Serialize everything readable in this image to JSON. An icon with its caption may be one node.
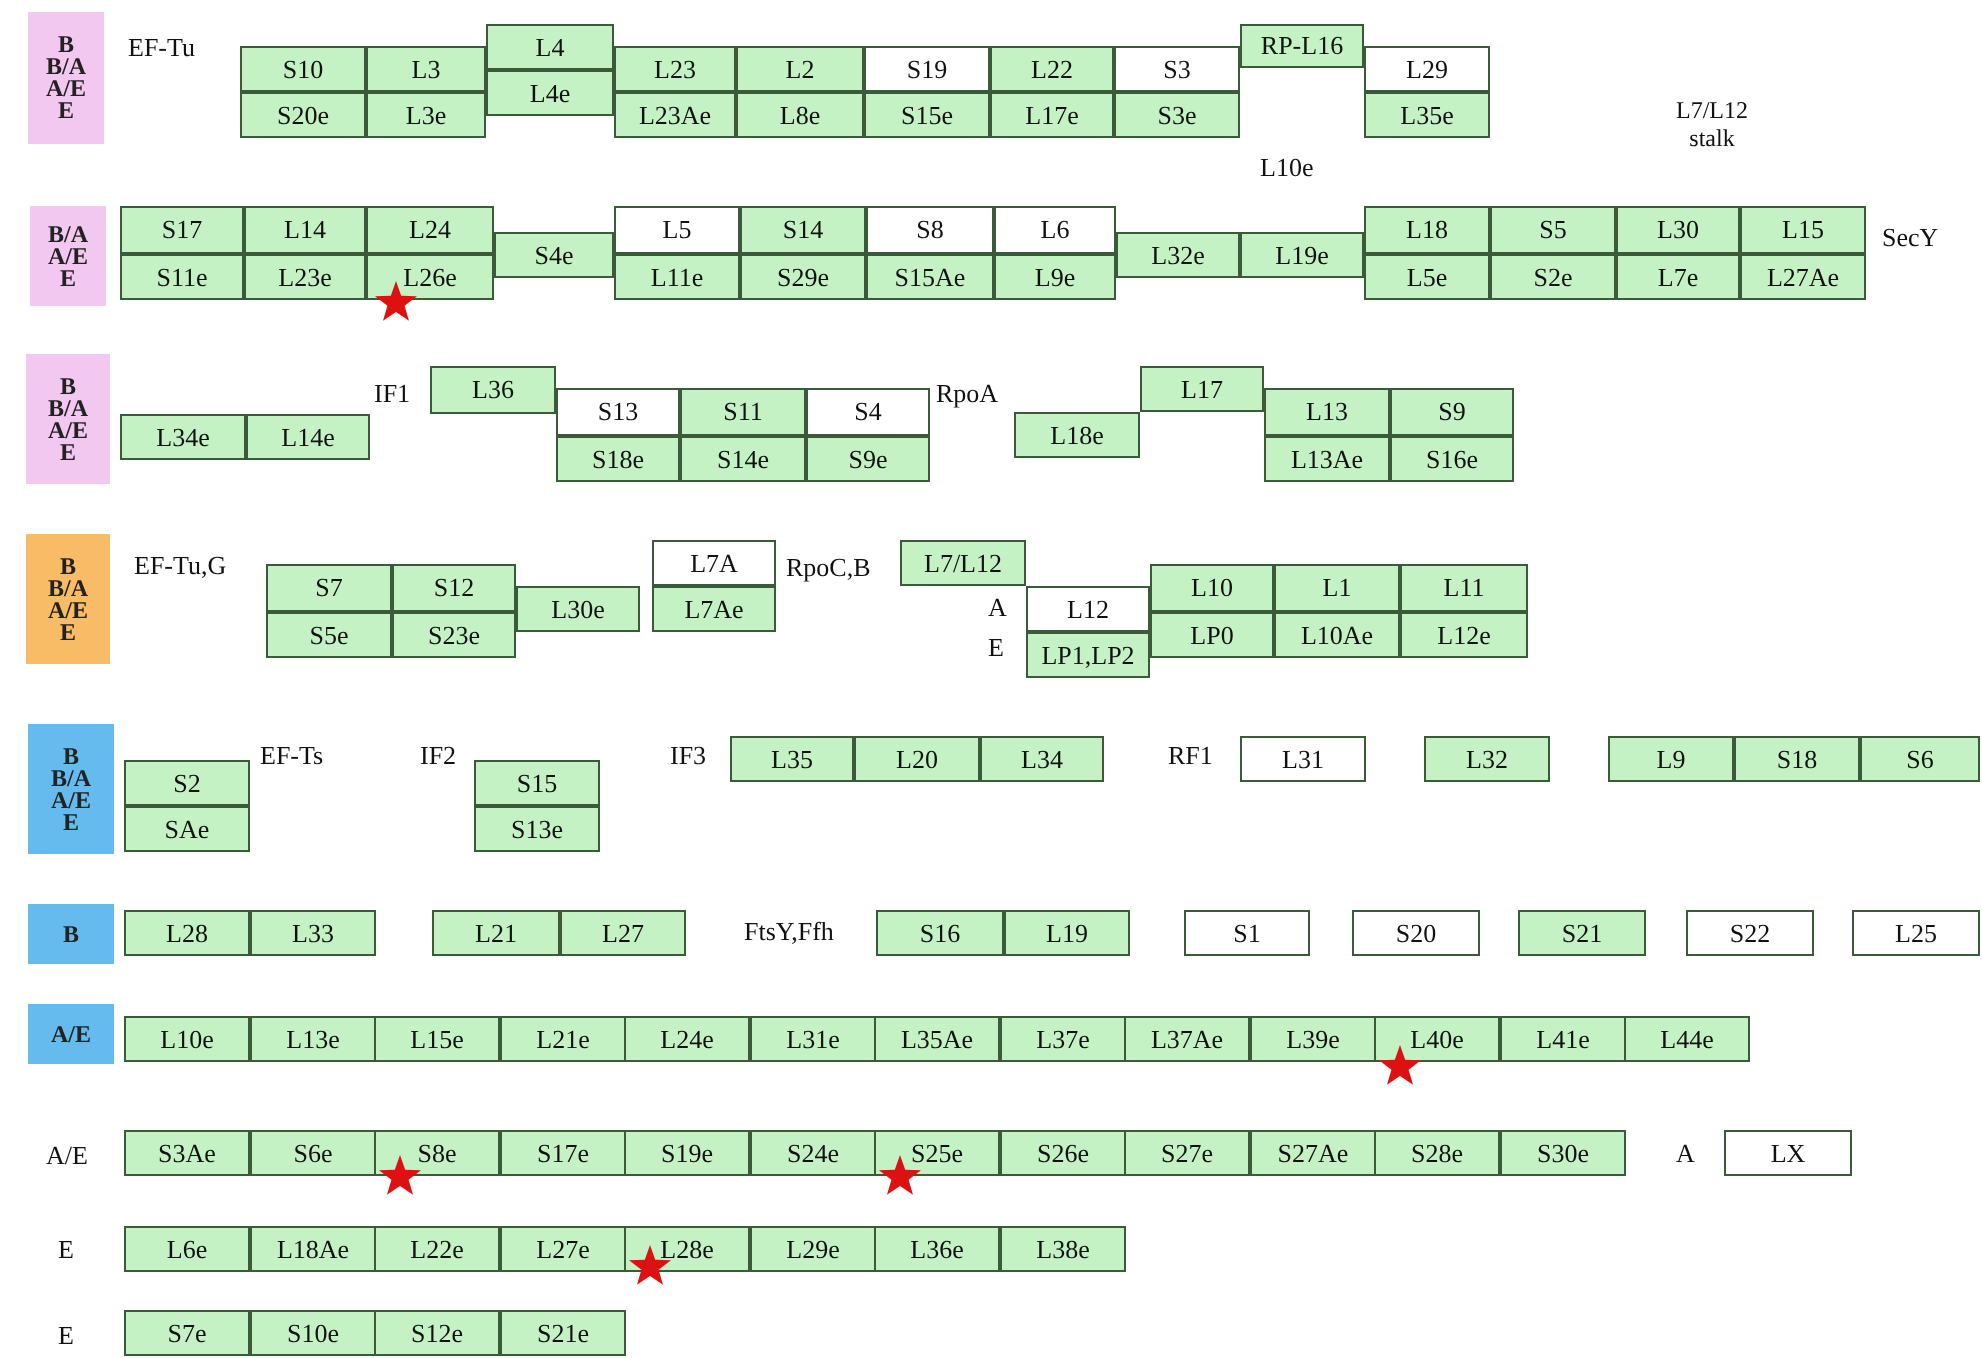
{
  "diagram": {
    "nodes": [
      {
        "text": [
          "B B/A A/E E"
        ]
      },
      {
        "text": [
          "S10"
        ]
      },
      {
        "text": [
          "L3"
        ]
      },
      {
        "text": [
          "L4"
        ]
      },
      {
        "text": [
          "L23"
        ]
      },
      {
        "text": [
          "L2"
        ]
      },
      {
        "text": [
          "S19"
        ]
      },
      {
        "text": [
          "L22"
        ]
      },
      {
        "text": [
          "S3"
        ]
      },
      {
        "text": [
          "RP-L16"
        ]
      },
      {
        "text": [
          "L29"
        ]
      },
      {
        "text": [
          "S20e"
        ]
      },
      {
        "text": [
          "L3e"
        ]
      },
      {
        "text": [
          "L4e"
        ]
      },
      {
        "text": [
          "L23Ae"
        ]
      },
      {
        "text": [
          "L8e"
        ]
      },
      {
        "text": [
          "S15e"
        ]
      },
      {
        "text": [
          "L17e"
        ]
      },
      {
        "text": [
          "S3e"
        ]
      },
      {
        "text": [
          "L35e"
        ]
      },
      {
        "text": [
          "B/A A/E E"
        ]
      },
      {
        "text": [
          "S17"
        ]
      },
      {
        "text": [
          "L14"
        ]
      },
      {
        "text": [
          "L24"
        ]
      },
      {
        "text": [
          "S4e"
        ]
      },
      {
        "text": [
          "L5"
        ]
      },
      {
        "text": [
          "S14"
        ]
      },
      {
        "text": [
          "S8"
        ]
      },
      {
        "text": [
          "L6"
        ]
      },
      {
        "text": [
          "L32e"
        ]
      },
      {
        "text": [
          "L19e"
        ]
      },
      {
        "text": [
          "L18"
        ]
      },
      {
        "text": [
          "S5"
        ]
      },
      {
        "text": [
          "L30"
        ]
      },
      {
        "text": [
          "L15"
        ]
      },
      {
        "text": [
          "S11e"
        ]
      },
      {
        "text": [
          "L23e"
        ]
      },
      {
        "text": [
          "L26e"
        ]
      },
      {
        "text": [
          "L11e"
        ]
      },
      {
        "text": [
          "S29e"
        ]
      },
      {
        "text": [
          "S15Ae"
        ]
      },
      {
        "text": [
          "L9e"
        ]
      },
      {
        "text": [
          "L5e"
        ]
      },
      {
        "text": [
          "S2e"
        ]
      },
      {
        "text": [
          "L7e"
        ]
      },
      {
        "text": [
          "L27Ae"
        ]
      },
      {
        "text": [
          "B B/A A/E E"
        ]
      },
      {
        "text": [
          "L34e"
        ]
      },
      {
        "text": [
          "L14e"
        ]
      },
      {
        "text": [
          "L36"
        ]
      },
      {
        "text": [
          "S13"
        ]
      },
      {
        "text": [
          "S11"
        ]
      },
      {
        "text": [
          "S4"
        ]
      },
      {
        "text": [
          "L18e"
        ]
      },
      {
        "text": [
          "L17"
        ]
      },
      {
        "text": [
          "L13"
        ]
      },
      {
        "text": [
          "S9"
        ]
      },
      {
        "text": [
          "S18e"
        ]
      },
      {
        "text": [
          "S14e"
        ]
      },
      {
        "text": [
          "S9e"
        ]
      },
      {
        "text": [
          "L13Ae"
        ]
      },
      {
        "text": [
          "S16e"
        ]
      },
      {
        "text": [
          "B B/A A/E E"
        ]
      },
      {
        "text": [
          "S7"
        ]
      },
      {
        "text": [
          "S12"
        ]
      },
      {
        "text": [
          "L30e"
        ]
      },
      {
        "text": [
          "L7A"
        ]
      },
      {
        "text": [
          "L7/L12"
        ]
      },
      {
        "text": [
          "L10"
        ]
      },
      {
        "text": [
          "L1"
        ]
      },
      {
        "text": [
          "L11"
        ]
      },
      {
        "text": [
          "S5e"
        ]
      },
      {
        "text": [
          "S23e"
        ]
      },
      {
        "text": [
          "L7Ae"
        ]
      },
      {
        "text": [
          "L12"
        ]
      },
      {
        "text": [
          "LP0"
        ]
      },
      {
        "text": [
          "L10Ae"
        ]
      },
      {
        "text": [
          "L12e"
        ]
      },
      {
        "text": [
          "LP1,LP2"
        ]
      },
      {
        "text": [
          "B B/A A/E E"
        ]
      },
      {
        "text": [
          "S2"
        ]
      },
      {
        "text": [
          "S15"
        ]
      },
      {
        "text": [
          "L35"
        ]
      },
      {
        "text": [
          "L20"
        ]
      },
      {
        "text": [
          "L34"
        ]
      },
      {
        "text": [
          "L31"
        ]
      },
      {
        "text": [
          "L32"
        ]
      },
      {
        "text": [
          "L9"
        ]
      },
      {
        "text": [
          "S18"
        ]
      },
      {
        "text": [
          "S6"
        ]
      },
      {
        "text": [
          "SAe"
        ]
      },
      {
        "text": [
          "S13e"
        ]
      },
      {
        "text": [
          "B"
        ]
      },
      {
        "text": [
          "L28"
        ]
      },
      {
        "text": [
          "L33"
        ]
      },
      {
        "text": [
          "L21"
        ]
      },
      {
        "text": [
          "L27"
        ]
      },
      {
        "text": [
          "S16"
        ]
      },
      {
        "text": [
          "L19"
        ]
      },
      {
        "text": [
          "S1"
        ]
      },
      {
        "text": [
          "S20"
        ]
      },
      {
        "text": [
          "S21"
        ]
      },
      {
        "text": [
          "S22"
        ]
      },
      {
        "text": [
          "L25"
        ]
      },
      {
        "text": [
          "A/E"
        ]
      },
      {
        "text": [
          "L10e"
        ]
      },
      {
        "text": [
          "L13e"
        ]
      },
      {
        "text": [
          "L15e"
        ]
      },
      {
        "text": [
          "L21e"
        ]
      },
      {
        "text": [
          "L24e"
        ]
      },
      {
        "text": [
          "L31e"
        ]
      },
      {
        "text": [
          "L35Ae"
        ]
      },
      {
        "text": [
          "L37e"
        ]
      },
      {
        "text": [
          "L37Ae"
        ]
      },
      {
        "text": [
          "L39e"
        ]
      },
      {
        "text": [
          "L40e"
        ]
      },
      {
        "text": [
          "L41e"
        ]
      },
      {
        "text": [
          "L44e"
        ]
      },
      {
        "text": [
          "S3Ae"
        ]
      },
      {
        "text": [
          "S6e"
        ]
      },
      {
        "text": [
          "S8e"
        ]
      },
      {
        "text": [
          "S17e"
        ]
      },
      {
        "text": [
          "S19e"
        ]
      },
      {
        "text": [
          "S24e"
        ]
      },
      {
        "text": [
          "S25e"
        ]
      },
      {
        "text": [
          "S26e"
        ]
      },
      {
        "text": [
          "S27e"
        ]
      },
      {
        "text": [
          "S27Ae"
        ]
      },
      {
        "text": [
          "S28e"
        ]
      },
      {
        "text": [
          "S30e"
        ]
      },
      {
        "text": [
          "LX"
        ]
      },
      {
        "text": [
          "L6e"
        ]
      },
      {
        "text": [
          "L18Ae"
        ]
      },
      {
        "text": [
          "L22e"
        ]
      },
      {
        "text": [
          "L27e"
        ]
      },
      {
        "text": [
          "L28e"
        ]
      },
      {
        "text": [
          "L29e"
        ]
      },
      {
        "text": [
          "L36e"
        ]
      },
      {
        "text": [
          "L38e"
        ]
      },
      {
        "text": [
          "S7e"
        ]
      },
      {
        "text": [
          "S10e"
        ]
      },
      {
        "text": [
          "S12e"
        ]
      },
      {
        "text": [
          "S21e"
        ]
      }
    ],
    "labels": [
      "EF-Tu",
      "L7/L12 stalk",
      "L10e",
      "SecY",
      "IF1",
      "RpoA",
      "EF-Tu,G",
      "RpoC,B",
      "A",
      "E",
      "EF-Ts",
      "IF2",
      "IF3",
      "RF1",
      "FtsY,Ffh",
      "A/E",
      "A",
      "E",
      "E"
    ]
  }
}
